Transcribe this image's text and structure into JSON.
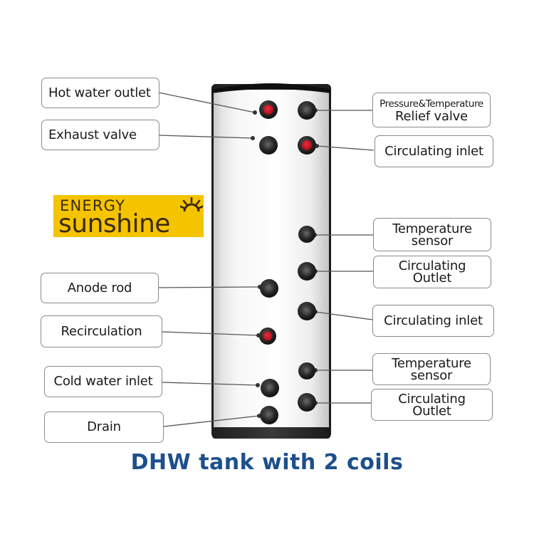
{
  "colors": {
    "brand_yellow": "#f5c400",
    "brand_text": "#3a2a10",
    "caption_blue": "#1d4f8c",
    "hot_port": "#c8102e",
    "cold_port": "#1a1a1a"
  },
  "logo": {
    "word1": "ENERGY",
    "word2": "sunshine",
    "icon": "sun-icon"
  },
  "labels": {
    "hot_water_outlet": "Hot water outlet",
    "exhaust_valve": "Exhaust valve",
    "anode_rod": "Anode rod",
    "recirculation": "Recirculation",
    "cold_water_inlet": "Cold water inlet",
    "drain": "Drain",
    "pt_relief_line1": "Pressure&Temperature",
    "pt_relief_line2": "Relief valve",
    "circulating_inlet_1": "Circulating inlet",
    "temp_sensor_1_line1": "Temperature",
    "temp_sensor_1_line2": "sensor",
    "circulating_outlet_1_line1": "Circulating",
    "circulating_outlet_1_line2": "Outlet",
    "circulating_inlet_2": "Circulating inlet",
    "temp_sensor_2_line1": "Temperature",
    "temp_sensor_2_line2": "sensor",
    "circulating_outlet_2_line1": "Circulating",
    "circulating_outlet_2_line2": "Outlet"
  },
  "caption": "DHW tank with 2 coils"
}
